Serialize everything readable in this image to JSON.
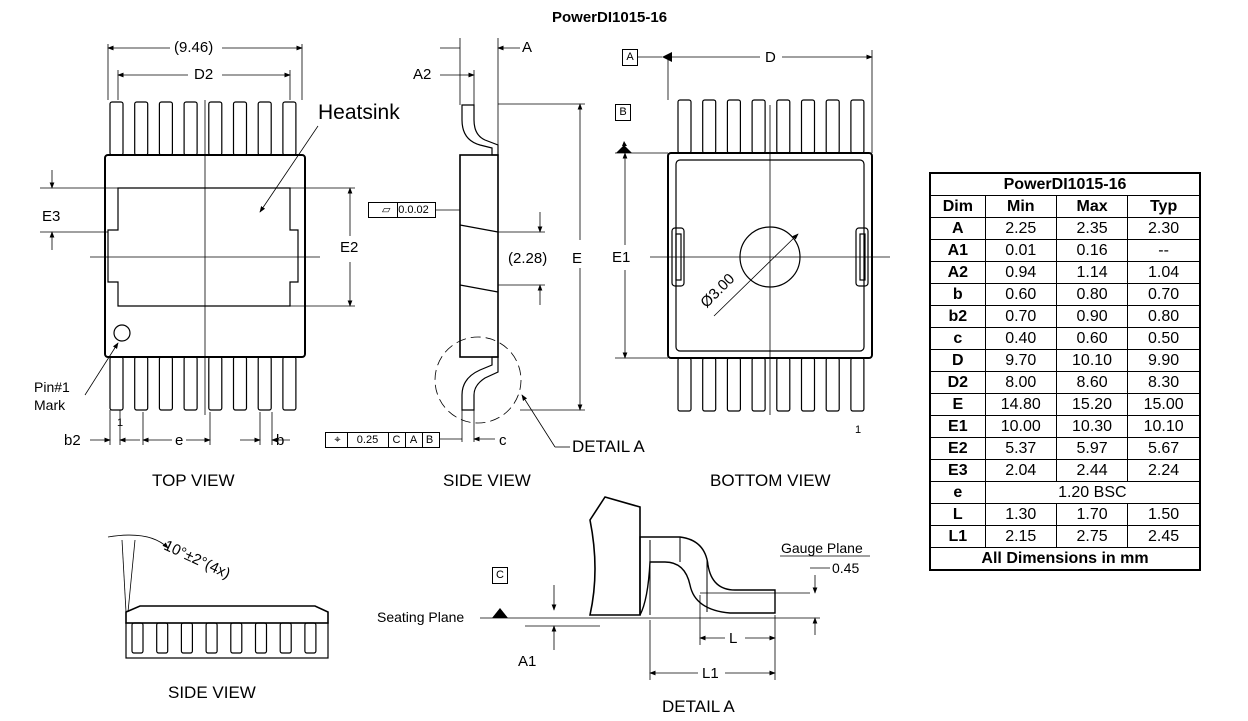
{
  "title": "PowerDI1015-16",
  "views": {
    "top": "TOP VIEW",
    "side": "SIDE VIEW",
    "bottom": "BOTTOM VIEW",
    "side2": "SIDE VIEW",
    "detail": "DETAIL A"
  },
  "labels": {
    "w946": "(9.46)",
    "d2": "D2",
    "heatsink": "Heatsink",
    "e3": "E3",
    "e2": "E2",
    "pin1_line1": "Pin#1",
    "pin1_line2": "Mark",
    "b2": "b2",
    "one_top": "1",
    "e": "e",
    "b": "b",
    "a": "A",
    "a2": "A2",
    "flat_tol": "0.0.02",
    "p228": "(2.28)",
    "E": "E",
    "pos_tol": "0.25",
    "c": "c",
    "detailA": "DETAIL A",
    "datumA": "A",
    "datumB": "B",
    "datumC": "C",
    "D": "D",
    "E1": "E1",
    "dia": "Ø3.00",
    "one_bottom": "1",
    "angle": "10°±2°(4x)",
    "gauge": "Gauge Plane",
    "g045": "0.45",
    "seating": "Seating Plane",
    "A1": "A1",
    "L": "L",
    "L1": "L1",
    "frameC": "C",
    "frameA": "A",
    "frameB": "B"
  },
  "table": {
    "title": "PowerDI1015-16",
    "headers": [
      "Dim",
      "Min",
      "Max",
      "Typ"
    ],
    "rows": [
      [
        "A",
        "2.25",
        "2.35",
        "2.30"
      ],
      [
        "A1",
        "0.01",
        "0.16",
        "--"
      ],
      [
        "A2",
        "0.94",
        "1.14",
        "1.04"
      ],
      [
        "b",
        "0.60",
        "0.80",
        "0.70"
      ],
      [
        "b2",
        "0.70",
        "0.90",
        "0.80"
      ],
      [
        "c",
        "0.40",
        "0.60",
        "0.50"
      ],
      [
        "D",
        "9.70",
        "10.10",
        "9.90"
      ],
      [
        "D2",
        "8.00",
        "8.60",
        "8.30"
      ],
      [
        "E",
        "14.80",
        "15.20",
        "15.00"
      ],
      [
        "E1",
        "10.00",
        "10.30",
        "10.10"
      ],
      [
        "E2",
        "5.37",
        "5.97",
        "5.67"
      ],
      [
        "E3",
        "2.04",
        "2.44",
        "2.24"
      ]
    ],
    "e_row": [
      "e",
      "1.20 BSC"
    ],
    "rows2": [
      [
        "L",
        "1.30",
        "1.70",
        "1.50"
      ],
      [
        "L1",
        "2.15",
        "2.75",
        "2.45"
      ]
    ],
    "footer": "All Dimensions in mm"
  }
}
